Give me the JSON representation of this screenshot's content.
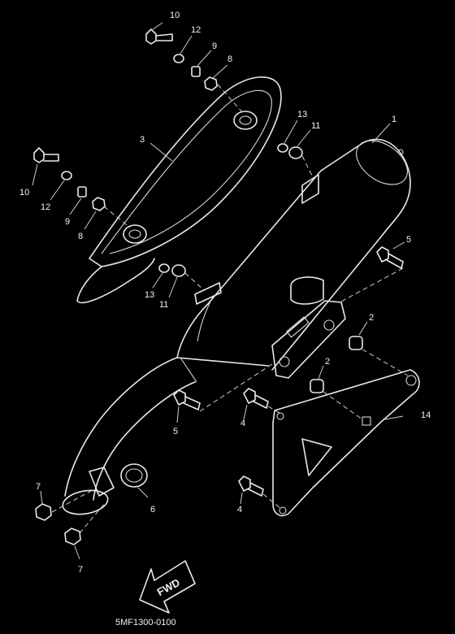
{
  "diagram": {
    "callouts": {
      "c10a": "10",
      "c12a": "12",
      "c9a": "9",
      "c8a": "8",
      "c3": "3",
      "c13a": "13",
      "c11a": "11",
      "c1": "1",
      "c10b": "10",
      "c12b": "12",
      "c9b": "9",
      "c8b": "8",
      "c5a": "5",
      "c13b": "13",
      "c11b": "11",
      "c2a": "2",
      "c2b": "2",
      "c14": "14",
      "c5b": "5",
      "c4a": "4",
      "c7a": "7",
      "c6": "6",
      "c4b": "4",
      "c7b": "7"
    },
    "direction_label": "FWD",
    "figure_code": "5MF1300-0100"
  },
  "colors": {
    "background": "#000000",
    "linework": "#e8e8e8"
  }
}
